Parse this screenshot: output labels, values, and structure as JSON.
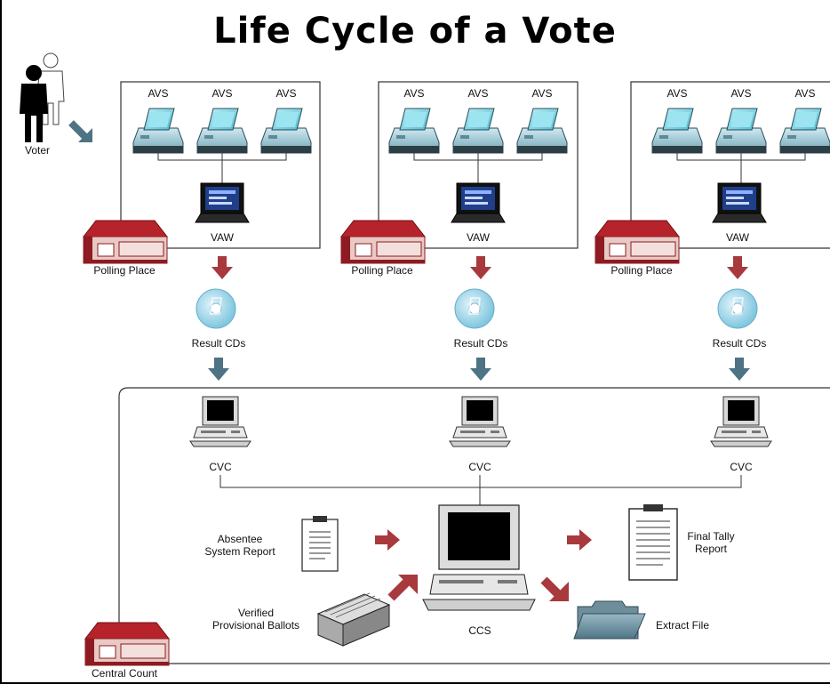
{
  "title": "Life Cycle of a Vote",
  "labels": {
    "voter": "Voter",
    "avs": "AVS",
    "vaw": "VAW",
    "polling_place": "Polling Place",
    "result_cds": "Result CDs",
    "cvc": "CVC",
    "absentee": [
      "Absentee",
      "System Report"
    ],
    "provisional": [
      "Verified",
      "Provisional Ballots"
    ],
    "ccs": "CCS",
    "final_tally": [
      "Final Tally",
      "Report"
    ],
    "extract_file": "Extract File",
    "central_count": "Central Count"
  },
  "colors": {
    "arrow_red": "#a8393d",
    "arrow_steel": "#4d7384",
    "building_red": "#a61f26",
    "machine_teal": "#7fd3e4",
    "box_stroke": "#333333"
  }
}
